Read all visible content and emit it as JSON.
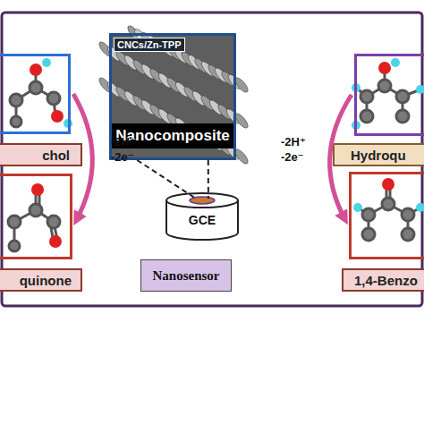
{
  "diagram": {
    "nodes": [
      {
        "text": [
          "chol"
        ]
      },
      {
        "text": [
          "quinone"
        ]
      },
      {
        "text": [
          "CNCs/Zn-TPP",
          "Nanocomposite"
        ]
      },
      {
        "text": [
          "GCE"
        ]
      },
      {
        "text": [
          "Nanosensor"
        ]
      },
      {
        "text": [
          "Hydroqu"
        ]
      },
      {
        "text": [
          "1,4-Benzo"
        ]
      }
    ],
    "edges": [
      {
        "from": 0,
        "to": 1,
        "arrow": "to",
        "label": "-2H⁺ -2e⁻"
      },
      {
        "from": 5,
        "to": 6,
        "arrow": "to",
        "label": "-2H⁺ -2e⁻"
      },
      {
        "from": 2,
        "to": 3,
        "arrow": "none"
      }
    ]
  }
}
